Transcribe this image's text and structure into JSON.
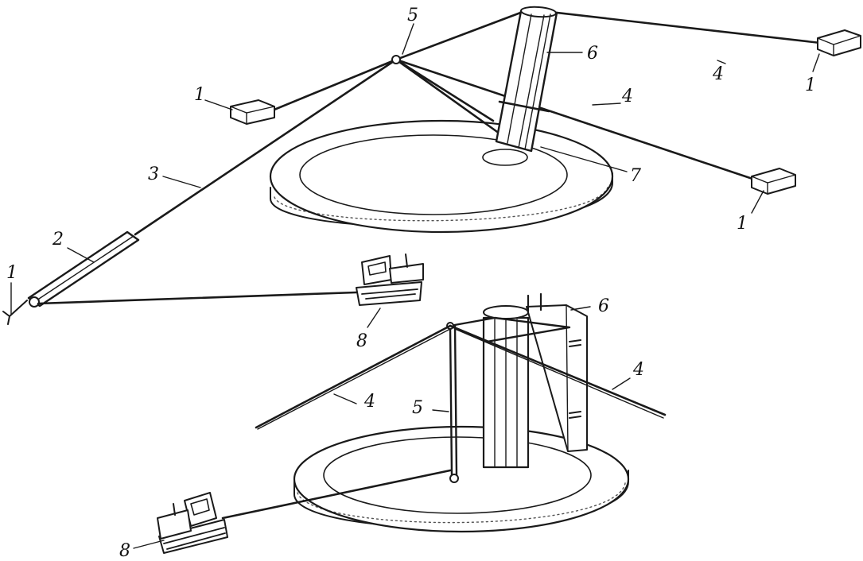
{
  "labels": {
    "anchor_left": "1",
    "block_left": "1",
    "block_top_right": "1",
    "block_right": "1",
    "hinged_boom": "2",
    "traction_cable": "3",
    "guy_top_right": "4",
    "guy_mid_right": "4",
    "guy_lower_left": "4",
    "guy_lower_right": "4",
    "boom_head": "5",
    "boom_lower": "5",
    "tower_top": "6",
    "tower_lower": "6",
    "foundation_hinge": "7",
    "tractor_top": "8",
    "tractor_lower": "8"
  },
  "colors": {
    "ink": "#1a1a1a",
    "paper": "#ffffff"
  }
}
